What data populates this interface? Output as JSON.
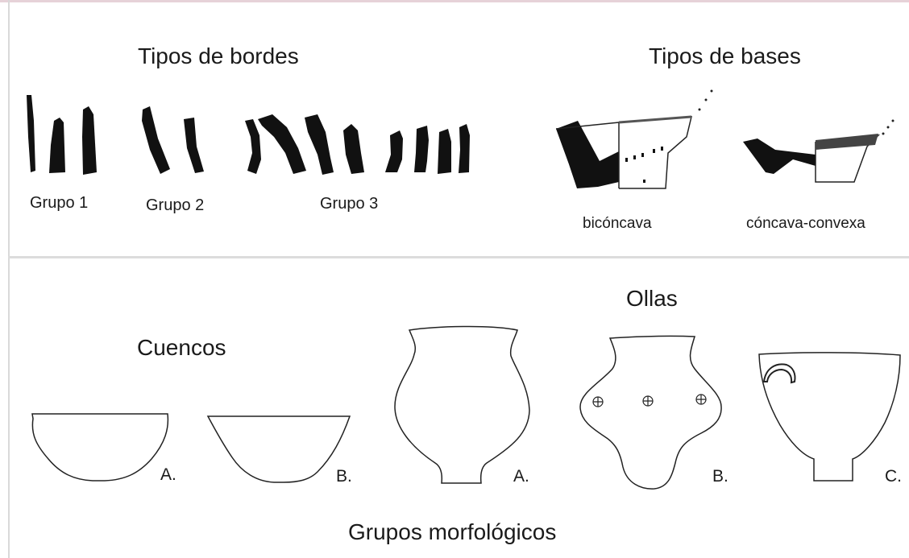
{
  "bordes": {
    "title": "Tipos de bordes",
    "groups": [
      "Grupo 1",
      "Grupo 2",
      "Grupo 3"
    ]
  },
  "bases": {
    "title": "Tipos de bases",
    "types": [
      "bicóncava",
      "cóncava-convexa"
    ]
  },
  "cuencos": {
    "title": "Cuencos",
    "labels": [
      "A.",
      "B."
    ]
  },
  "ollas": {
    "title": "Ollas",
    "labels": [
      "A.",
      "B.",
      "C."
    ]
  },
  "footer": {
    "title": "Grupos morfológicos"
  }
}
